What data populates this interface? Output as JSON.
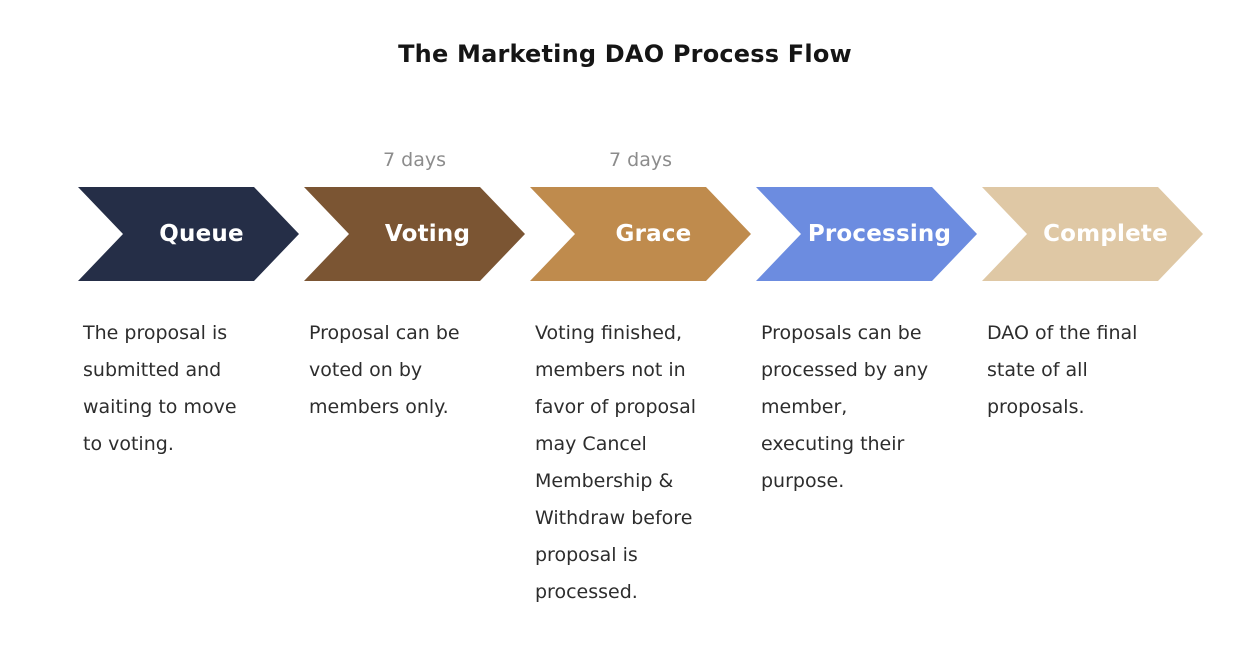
{
  "title": "The Marketing DAO Process Flow",
  "palette": {
    "background": "#FFFFFF",
    "title_text": "#151515",
    "duration_text": "#8C8C8C",
    "description_text": "#2D2D2D",
    "arrow_label_text": "#FFFFFF"
  },
  "stages": [
    {
      "label": "Queue",
      "duration": "",
      "color": "#252E47",
      "description": "The proposal is submitted and waiting to move to voting.",
      "description_lines": [
        "The proposal is",
        "submitted and",
        "waiting to move",
        "to voting."
      ]
    },
    {
      "label": "Voting",
      "duration": "7 days",
      "color": "#7B5533",
      "description": "Proposal can be voted on by members only.",
      "description_lines": [
        "Proposal can be",
        "voted on by",
        "members only."
      ]
    },
    {
      "label": "Grace",
      "duration": "7 days",
      "color": "#BF8B4D",
      "description": "Voting finished, members not in favor of proposal may Cancel Membership & Withdraw before proposal is processed.",
      "description_lines": [
        "Voting finished,",
        "members not in",
        "favor of proposal",
        "may Cancel",
        "Membership &",
        "Withdraw before",
        "proposal is",
        "processed."
      ]
    },
    {
      "label": "Processing",
      "duration": "",
      "color": "#6C8CE0",
      "description": "Proposals can be processed by any member, executing their purpose.",
      "description_lines": [
        "Proposals can be",
        "processed by any",
        "member,",
        "executing their",
        "purpose."
      ]
    },
    {
      "label": "Complete",
      "duration": "",
      "color": "#DFC8A5",
      "description": "DAO of the final state of all proposals.",
      "description_lines": [
        "DAO of the final",
        "state of all",
        "proposals."
      ]
    }
  ]
}
